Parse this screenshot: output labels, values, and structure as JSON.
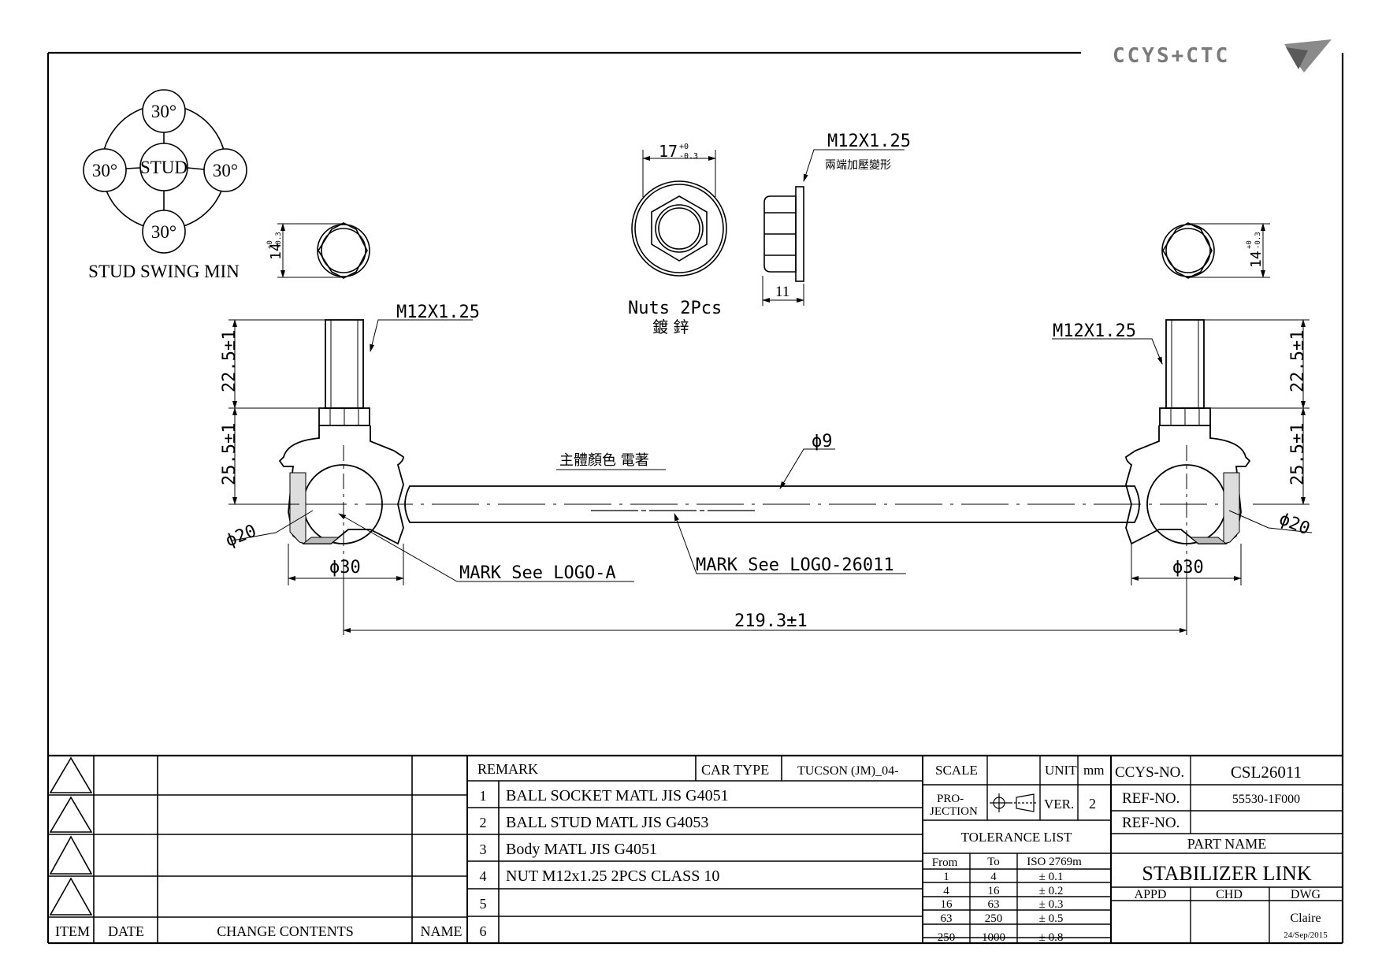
{
  "logo": {
    "text": "CCYS+CTC"
  },
  "stud_swing": {
    "angles": [
      "30°",
      "30°",
      "30°",
      "30°"
    ],
    "center": "STUD",
    "caption": "STUD SWING MIN"
  },
  "dims": {
    "nut_width": "17",
    "nut_width_tol_top": "+0",
    "nut_width_tol_bot": "-0.3",
    "nut_thread": "M12X1.25",
    "nut_note": "兩端加壓變形",
    "nut_thickness": "11",
    "nuts_caption": "Nuts 2Pcs",
    "nuts_caption2": "鍍 鋅",
    "flat_left": "14",
    "flat_left_tol_top": "+0",
    "flat_left_tol_bot": "-0.3",
    "flat_right": "14",
    "flat_right_tol_top": "+0",
    "flat_right_tol_bot": "-0.3",
    "thread_left": "M12X1.25",
    "thread_right": "M12X1.25",
    "stud_len_left": "22.5±1",
    "stud_len_right": "22.5±1",
    "socket_h_left": "25.5±1",
    "socket_h_right": "25.5±1",
    "ball_left": "ϕ20",
    "ball_right": "ϕ20",
    "socket_d_left": "ϕ30",
    "socket_d_right": "ϕ30",
    "rod_d": "ϕ9",
    "body_color": "主體顏色 電著",
    "mark_a": "MARK See LOGO-A",
    "mark_b": "MARK See LOGO-26011",
    "overall": "219.3±1"
  },
  "revision_block": {
    "headers": {
      "item": "ITEM",
      "date": "DATE",
      "change": "CHANGE CONTENTS",
      "name": "NAME"
    }
  },
  "remark_block": {
    "remark_label": "REMARK",
    "car_type_label": "CAR TYPE",
    "car_type": "TUCSON (JM)_04-",
    "rows": [
      {
        "no": "1",
        "text": "BALL SOCKET MATL JIS G4051"
      },
      {
        "no": "2",
        "text": "BALL STUD MATL JIS G4053"
      },
      {
        "no": "3",
        "text": "Body MATL JIS G4051"
      },
      {
        "no": "4",
        "text": "NUT M12x1.25 2PCS CLASS 10"
      },
      {
        "no": "5",
        "text": ""
      },
      {
        "no": "6",
        "text": ""
      }
    ]
  },
  "title_block": {
    "scale_label": "SCALE",
    "unit_label": "UNIT",
    "unit": "mm",
    "projection_label": "PRO-\nJECTION",
    "projection_1": "PRO-",
    "projection_2": "JECTION",
    "ver_label": "VER.",
    "ver": "2",
    "tolerance_title": "TOLERANCE LIST",
    "tol_headers": {
      "from": "From",
      "to": "To",
      "iso": "ISO 2769m"
    },
    "tol_rows": [
      {
        "from": "1",
        "to": "4",
        "tol": "± 0.1"
      },
      {
        "from": "4",
        "to": "16",
        "tol": "± 0.2"
      },
      {
        "from": "16",
        "to": "63",
        "tol": "± 0.3"
      },
      {
        "from": "63",
        "to": "250",
        "tol": "± 0.5"
      },
      {
        "from": "250",
        "to": "1000",
        "tol": "± 0.8"
      }
    ],
    "ccys_label": "CCYS-NO.",
    "ccys_no": "CSL26011",
    "ref_label_1": "REF-NO.",
    "ref_no_1": "55530-1F000",
    "ref_label_2": "REF-NO.",
    "ref_no_2": "",
    "part_name_label": "PART NAME",
    "part_name": "STABILIZER LINK",
    "appd_label": "APPD",
    "chd_label": "CHD",
    "dwg_label": "DWG",
    "dwg_by": "Claire",
    "dwg_date": "24/Sep/2015"
  }
}
